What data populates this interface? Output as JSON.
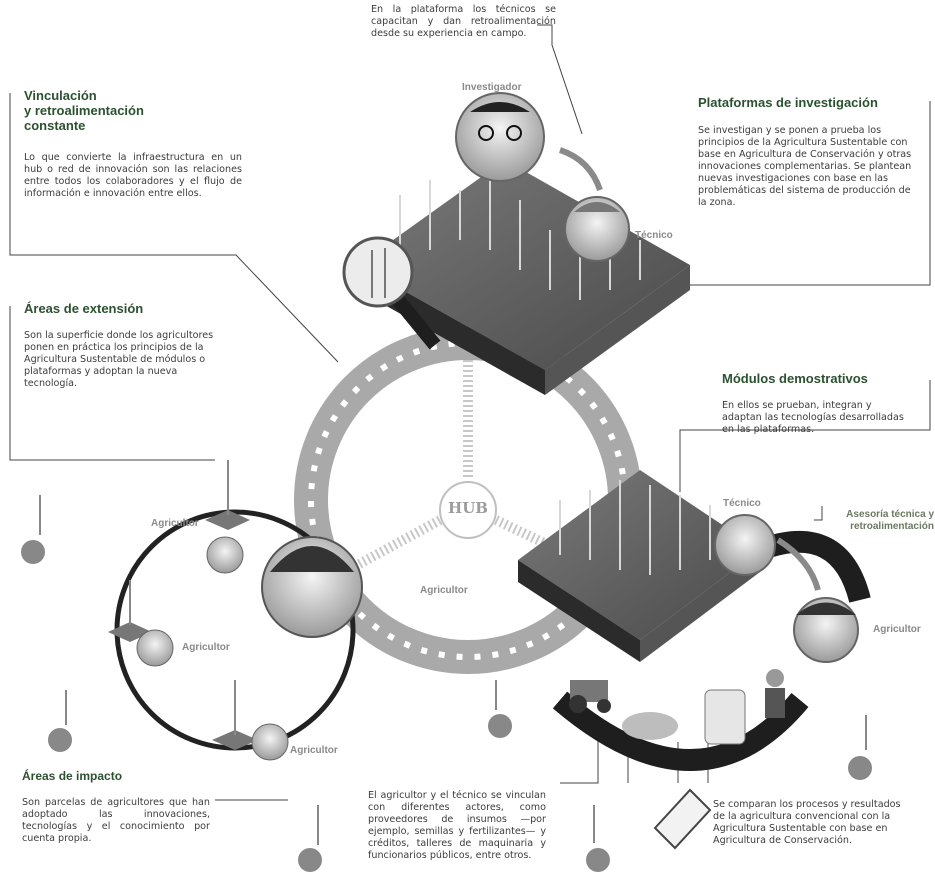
{
  "top_note": {
    "text": "En la plataforma los técnicos se capacitan y dan retroalimentación desde su experiencia en campo."
  },
  "vinculacion": {
    "title": "Vinculación\ny retroalimentación\nconstante",
    "body": "Lo que convierte la infraestructura en un hub o red de innovación son las relaciones entre todos los colaboradores y el flujo de información e innovación entre ellos."
  },
  "plataformas": {
    "title": "Plataformas de investigación",
    "body": "Se investigan y se ponen a prueba los principios de la Agricultura Sustentable con base en Agricultura de Conservación y otras innovaciones complementarias. Se plantean nuevas investigaciones con base en las problemáticas del sistema de producción de la zona."
  },
  "areas_extension": {
    "title": "Áreas de extensión",
    "body": "Son la superficie donde los agricultores ponen en práctica los principios de la Agricultura Sustentable de módulos o plataformas y adoptan la nueva tecnología."
  },
  "modulos": {
    "title": "Módulos demostrativos",
    "body": "En ellos se prueban, integran y adaptan las tecnologías desarrolladas en las plataformas."
  },
  "areas_impacto": {
    "title": "Áreas de impacto",
    "body": "Son parcelas de agricultores que han adoptado las innovaciones, tecnologías y el conocimiento por cuenta propia."
  },
  "actores_note": {
    "text": "El agricultor y el técnico se vinculan con diferentes actores, como proveedores de insumos —por ejemplo, semillas y fertilizantes— y créditos, talleres de maquinaria y funcionarios públicos, entre otros."
  },
  "comparacion_note": {
    "text": "Se comparan los procesos y resultados de la agricultura convencional con la Agricultura Sustentable con base en Agricultura de Conservación."
  },
  "roles": {
    "investigador": "Investigador",
    "tecnico_top": "Técnico",
    "agricultor_1": "Agricultor",
    "agricultor_2": "Agricultor",
    "agricultor_3": "Agricultor",
    "agricultor_center": "Agricultor",
    "tecnico_right": "Técnico",
    "agricultor_right": "Agricultor",
    "asesoria": "Asesoría técnica y\nretroalimentación"
  },
  "hub_label": "HUB",
  "colors": {
    "title_green": "#2c5130",
    "ring_gray": "#a9a9a9",
    "dark_ring": "#1e1e1e"
  }
}
